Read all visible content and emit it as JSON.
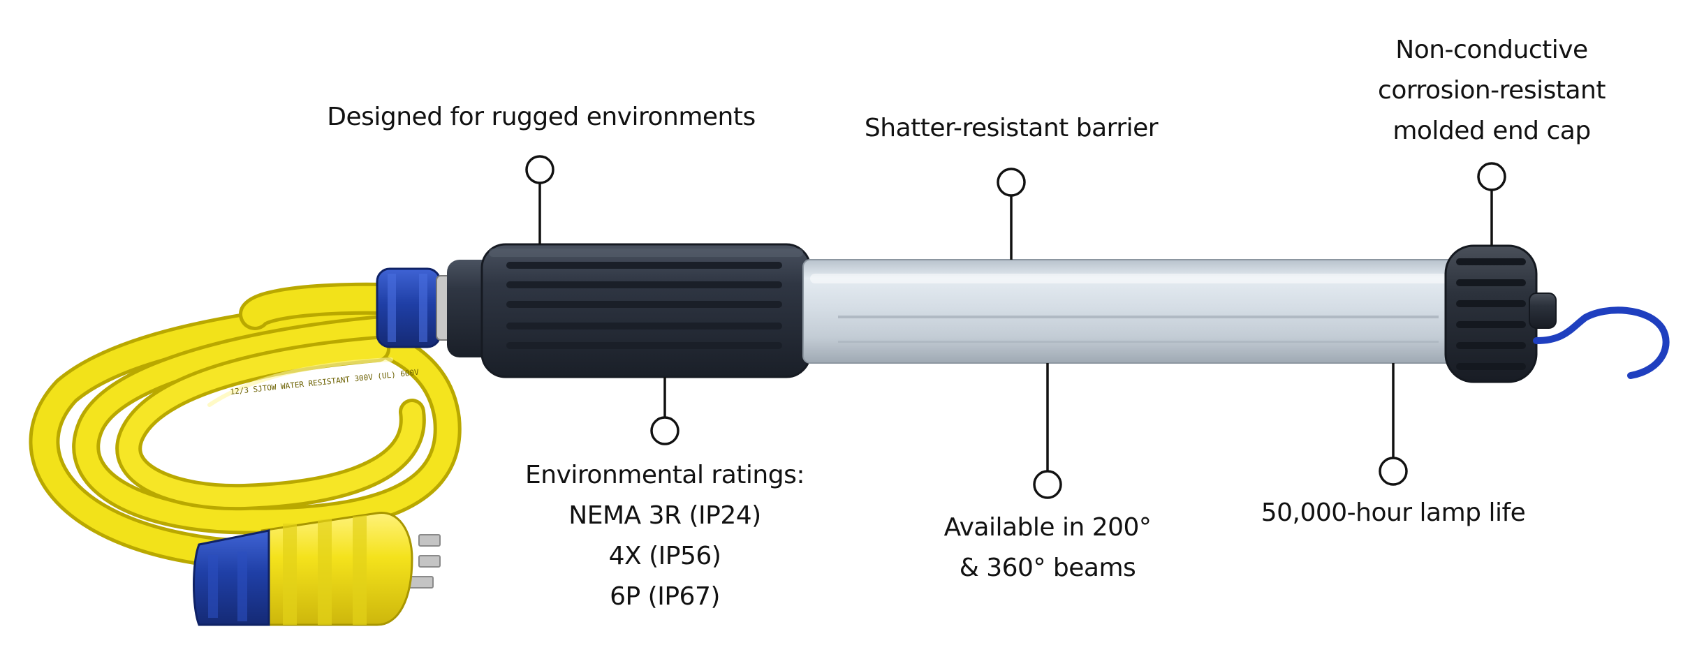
{
  "callouts": {
    "rugged": {
      "lines": [
        "Designed for rugged environments"
      ]
    },
    "shatter": {
      "lines": [
        "Shatter-resistant barrier"
      ]
    },
    "end_cap": {
      "lines": [
        "Non-conductive",
        "corrosion-resistant",
        "molded end cap"
      ]
    },
    "ratings": {
      "lines": [
        "Environmental ratings:",
        "NEMA 3R (IP24)",
        "4X (IP56)",
        "6P (IP67)"
      ]
    },
    "beams": {
      "lines": [
        "Available in 200°",
        "& 360° beams"
      ]
    },
    "lamp_life": {
      "lines": [
        "50,000-hour lamp life"
      ]
    }
  },
  "cord_printing": "12/3 SJTOW WATER RESISTANT 300V (UL) 600V",
  "colors": {
    "cord": "#f2e21a",
    "plug_body": "#f4e21c",
    "collar_blue": "#1f3fa6",
    "handle": "#2c3340",
    "tube": "#d3dde6",
    "end_cap": "#2b313b",
    "hook": "#1f3fbf",
    "prong": "#c4c4c4",
    "leader_line": "#111111"
  }
}
